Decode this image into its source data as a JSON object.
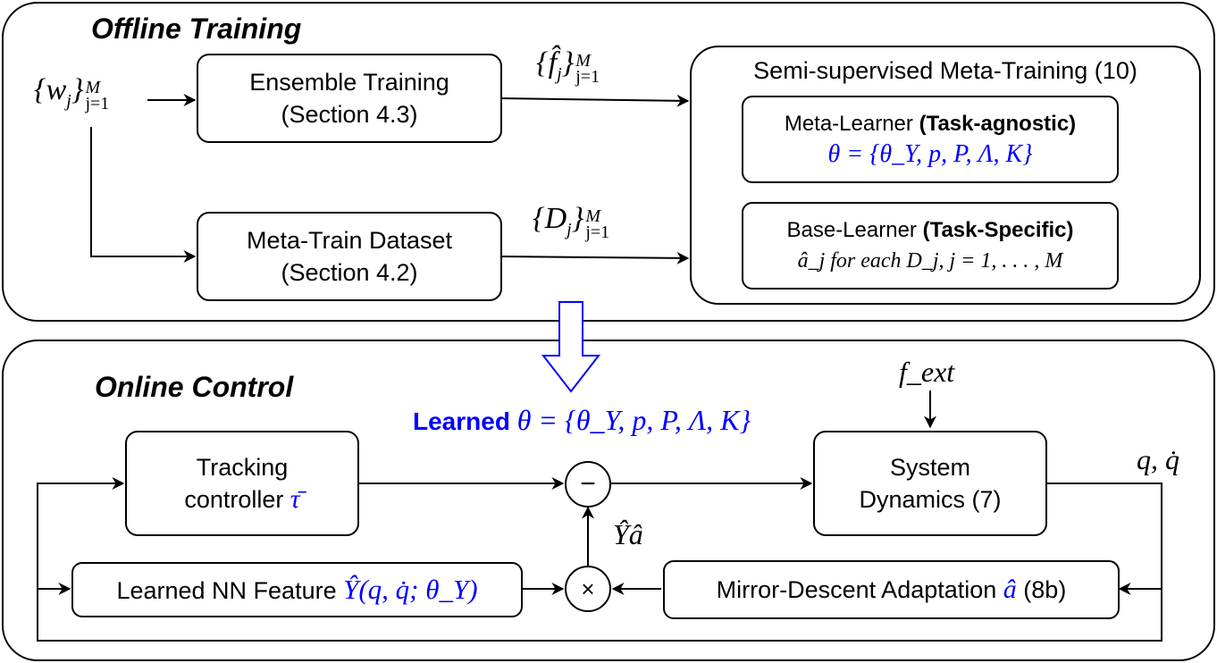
{
  "offline": {
    "title": "Offline Training",
    "input_label": "{w_j}_{j=1}^M",
    "ensemble": {
      "line1": "Ensemble Training",
      "line2": "(Section 4.3)"
    },
    "meta_train_dataset": {
      "line1": "Meta-Train Dataset",
      "line2": "(Section 4.2)"
    },
    "f_label": "{f̂_j}_{j=1}^M",
    "d_label": "{D_j}_{j=1}^M",
    "semi": {
      "title": "Semi-supervised Meta-Training (10)",
      "meta_learner": {
        "name": "Meta-Learner ",
        "tag": "(Task-agnostic)",
        "formula": "θ = {θ_Y, p, P, Λ, K}"
      },
      "base_learner": {
        "name": "Base-Learner ",
        "tag": "(Task-Specific)",
        "formula": "â_j for each D_j, j = 1, . . . , M"
      }
    }
  },
  "online": {
    "title": "Online Control",
    "learned_prefix": "Learned ",
    "learned_formula": "θ = {θ_Y, p, P, Λ, K}",
    "f_ext": "f_ext",
    "tracking": {
      "line1": "Tracking",
      "line2": "controller ",
      "symbol": "τ̄"
    },
    "system": {
      "line1": "System",
      "line2": "Dynamics (7)"
    },
    "q_label": "q, q̇",
    "nn_feature": {
      "text": "Learned NN Feature ",
      "formula": "Ŷ(q, q̇; θ_Y)"
    },
    "mirror": {
      "text": "Mirror-Descent Adaptation ",
      "symbol": "â",
      "suffix": " (8b)"
    },
    "minus_symbol": "−",
    "times_symbol": "×",
    "ya_label": "Ŷâ"
  },
  "colors": {
    "accent": "#0000ff",
    "stroke": "#000000",
    "arrow_outline": "#0000ff"
  }
}
